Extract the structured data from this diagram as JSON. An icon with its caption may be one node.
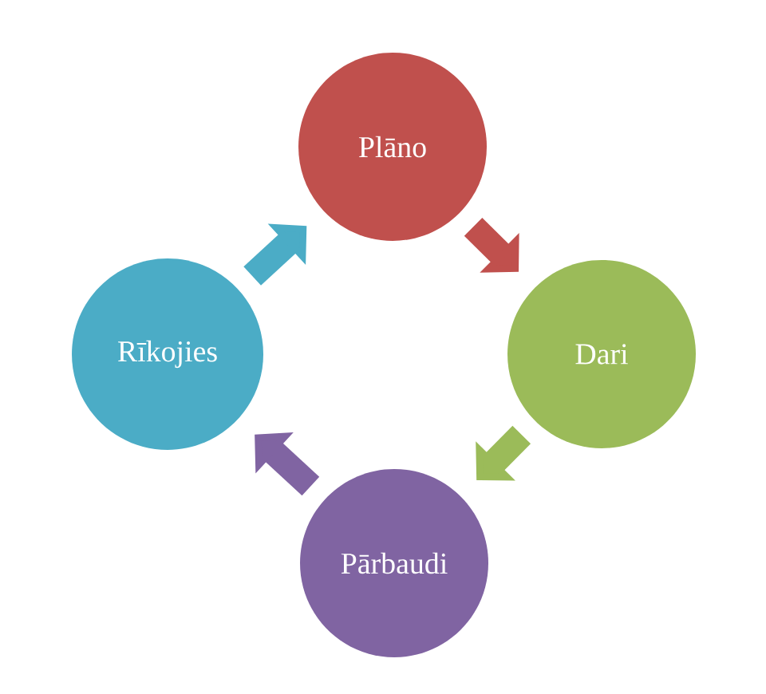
{
  "diagram": {
    "nodes": [
      {
        "text": [
          "Plāno"
        ]
      },
      {
        "text": [
          "Dari"
        ]
      },
      {
        "text": [
          "Pārbaudi"
        ]
      },
      {
        "text": [
          "Rīkojies"
        ]
      }
    ],
    "edges": [
      {
        "from": 0,
        "to": 1,
        "arrow": "to",
        "color": "#c0504d"
      },
      {
        "from": 1,
        "to": 2,
        "arrow": "to",
        "color": "#9bbb59"
      },
      {
        "from": 2,
        "to": 3,
        "arrow": "to",
        "color": "#8064a2"
      },
      {
        "from": 3,
        "to": 0,
        "arrow": "to",
        "color": "#4bacc6"
      }
    ]
  }
}
